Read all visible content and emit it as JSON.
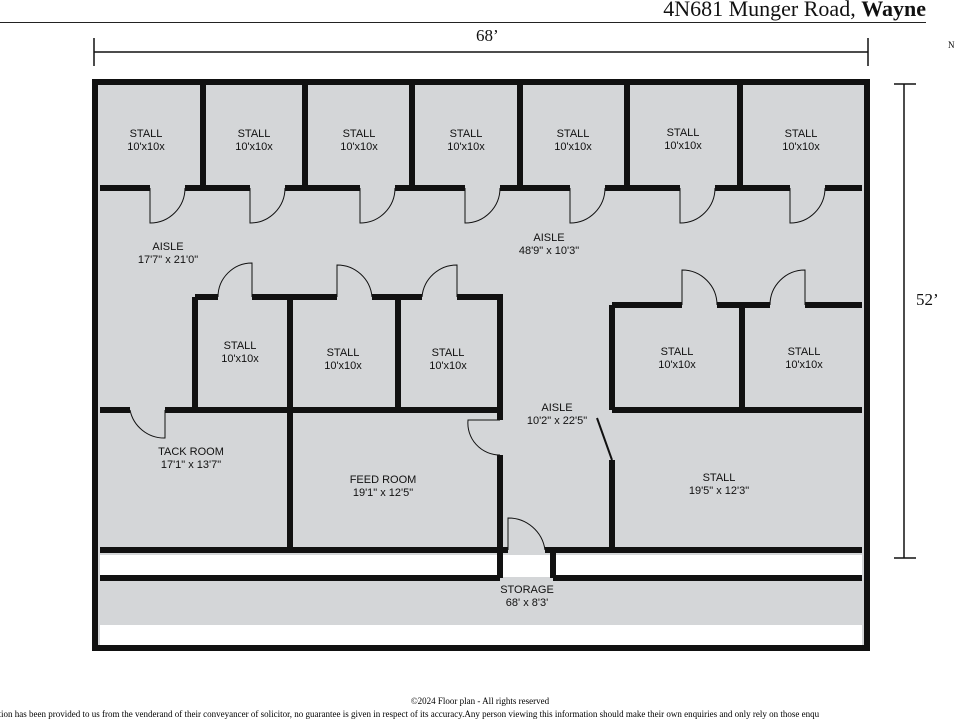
{
  "header": {
    "address": "4N681 Munger Road,",
    "town": "Wayne"
  },
  "north_label": "N",
  "dimensions": {
    "width": "68’",
    "depth": "52’"
  },
  "rooms": [
    {
      "name": "STALL",
      "size": "10'x10x"
    },
    {
      "name": "STALL",
      "size": "10'x10x"
    },
    {
      "name": "STALL",
      "size": "10'x10x"
    },
    {
      "name": "STALL",
      "size": "10'x10x"
    },
    {
      "name": "STALL",
      "size": "10'x10x"
    },
    {
      "name": "STALL",
      "size": "10'x10x"
    },
    {
      "name": "STALL",
      "size": "10'x10x"
    },
    {
      "name": "AISLE",
      "size": "17'7\" x 21'0\""
    },
    {
      "name": "AISLE",
      "size": "48'9\" x 10'3\""
    },
    {
      "name": "STALL",
      "size": "10'x10x"
    },
    {
      "name": "STALL",
      "size": "10'x10x"
    },
    {
      "name": "STALL",
      "size": "10'x10x"
    },
    {
      "name": "STALL",
      "size": "10'x10x"
    },
    {
      "name": "STALL",
      "size": "10'x10x"
    },
    {
      "name": "AISLE",
      "size": "10'2\" x 22'5\""
    },
    {
      "name": "TACK ROOM",
      "size": "17'1\" x 13'7\""
    },
    {
      "name": "FEED ROOM",
      "size": "19'1\" x 12'5\""
    },
    {
      "name": "STALL",
      "size": "19'5\" x 12'3\""
    },
    {
      "name": "STORAGE",
      "size": "68' x 8'3'"
    }
  ],
  "footer": {
    "copyright": "©2024  Floor plan  - All rights reserved",
    "disclaimer": "ormation has been provided to us from the venderand of their conveyancer of solicitor, no guarantee is given in respect of its accuracy.Any person viewing this information should make their own enquiries and only rely on those enqu"
  }
}
